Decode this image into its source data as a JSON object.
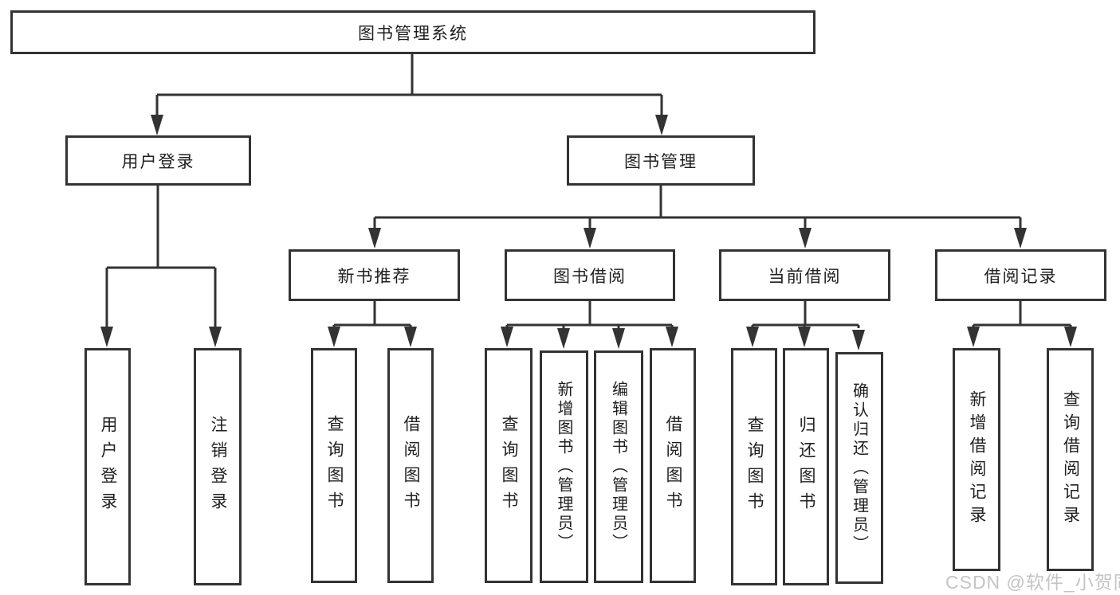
{
  "tree": {
    "root": {
      "label": "图书管理系统"
    },
    "branches": [
      {
        "label": "用户登录",
        "children": [
          {
            "label": "用户登录"
          },
          {
            "label": "注销登录"
          }
        ]
      },
      {
        "label": "图书管理",
        "sections": [
          {
            "label": "新书推荐",
            "children": [
              {
                "label": "查询图书"
              },
              {
                "label": "借阅图书"
              }
            ]
          },
          {
            "label": "图书借阅",
            "children": [
              {
                "label": "查询图书"
              },
              {
                "label": "新增图书（管理员）"
              },
              {
                "label": "编辑图书（管理员）"
              },
              {
                "label": "借阅图书"
              }
            ]
          },
          {
            "label": "当前借阅",
            "children": [
              {
                "label": "查询图书"
              },
              {
                "label": "归还图书"
              },
              {
                "label": "确认归还（管理员）"
              }
            ]
          },
          {
            "label": "借阅记录",
            "children": [
              {
                "label": "新增借阅记录"
              },
              {
                "label": "查询借阅记录"
              }
            ]
          }
        ]
      }
    ]
  },
  "watermark": "CSDN @软件_小贺同学",
  "colors": {
    "line": "#333333",
    "text": "#1f1f1f",
    "watermark": "#c4c4c4",
    "background": "#ffffff"
  }
}
